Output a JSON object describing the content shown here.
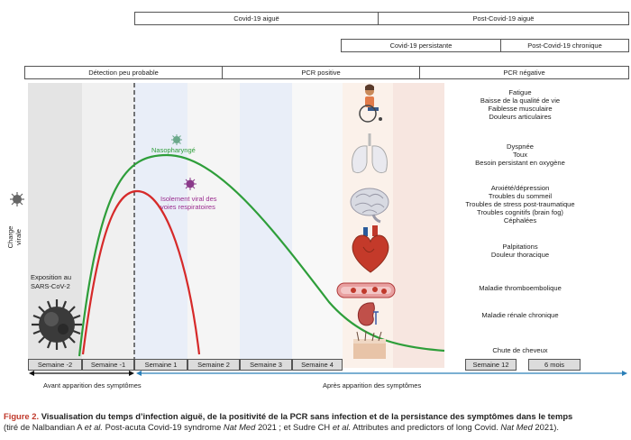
{
  "header": {
    "row1": {
      "acute": "Covid-19 aiguë",
      "post": "Post-Covid-19 aiguë"
    },
    "row2": {
      "persistent": "Covid-19 persistante",
      "chronic": "Post-Covid-19 chronique"
    },
    "row3": {
      "unlikely": "Détection peu probable",
      "positive": "PCR positive",
      "negative": "PCR négative"
    }
  },
  "y_axis_label": "Charge virale",
  "curve_labels": {
    "naso": "Nasopharyngé",
    "resp": "Isolement viral des voies respiratoires"
  },
  "exposure_label": "Exposition au SARS-CoV-2",
  "symptoms": [
    {
      "lines": [
        "Fatigue",
        "Baisse de la qualité de vie",
        "Faiblesse musculaire",
        "Douleurs articulaires"
      ]
    },
    {
      "lines": [
        "Dyspnée",
        "Toux",
        "Besoin persistant en oxygène"
      ]
    },
    {
      "lines": [
        "Anxiété/dépression",
        "Troubles du sommeil",
        "Troubles de stress post-traumatique",
        "Troubles cognitifs (brain fog)",
        "Céphalées"
      ]
    },
    {
      "lines": [
        "Palpitations",
        "Douleur thoracique"
      ]
    },
    {
      "lines": [
        "Maladie thromboembolique"
      ]
    },
    {
      "lines": [
        "Maladie rénale chronique"
      ]
    },
    {
      "lines": [
        "Chute de cheveux"
      ]
    }
  ],
  "weeks": [
    "Semaine -2",
    "Semaine -1",
    "Semaine 1",
    "Semaine 2",
    "Semaine 3",
    "Semaine 4",
    "Semaine 12",
    "6 mois"
  ],
  "timeline": {
    "before": "Avant apparition des symptômes",
    "after": "Après apparition des symptômes"
  },
  "caption": {
    "figure": "Figure 2.",
    "title": "Visualisation du temps d’infection aiguë, de la positivité de la PCR sans infection et de la persistance des symptômes dans le temps",
    "line2_a": "(tiré de Nalbandian A ",
    "line2_etal1": "et al.",
    "line2_b": " Post-acuta Covid-19 syndrome ",
    "line2_j1": "Nat Med",
    "line2_c": " 2021 ; et Sudre CH ",
    "line2_etal2": "et al.",
    "line2_d": " Attributes and predictors of long Covid. ",
    "line2_j2": "Nat Med",
    "line2_e": " 2021)."
  },
  "colors": {
    "naso": "#2e9e3a",
    "resp": "#d62a2a",
    "virus_naso": "#4a9a7a",
    "virus_resp": "#8a3a8a",
    "resp_text": "#9b2d8f",
    "fig": "#c0392b",
    "arrow_after": "#2a7fb8"
  }
}
